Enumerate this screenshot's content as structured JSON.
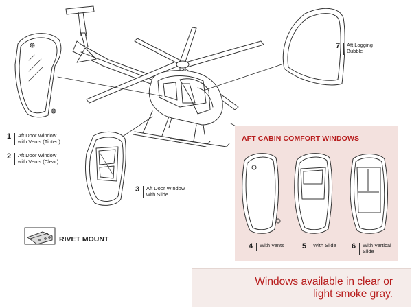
{
  "callouts": [
    {
      "number": "1",
      "lines": [
        "Aft Door Window",
        "with Vents (Tinted)"
      ]
    },
    {
      "number": "2",
      "lines": [
        "Aft Door Window",
        "with Vents (Clear)"
      ]
    },
    {
      "number": "3",
      "lines": [
        "Aft Door Window",
        "with Slide"
      ]
    },
    {
      "number": "7",
      "lines": [
        "Aft Logging",
        "Bubble"
      ]
    },
    {
      "number": "4",
      "lines": [
        "With Vents"
      ]
    },
    {
      "number": "5",
      "lines": [
        "With Slide"
      ]
    },
    {
      "number": "6",
      "lines": [
        "With Vertical",
        "Slide"
      ]
    }
  ],
  "comfort_title": "AFT CABIN COMFORT WINDOWS",
  "rivet_label": "RIVET MOUNT",
  "availability": {
    "line1": "Windows available in clear or",
    "line2": "light smoke gray."
  },
  "colors": {
    "accent": "#b71c1c",
    "panel": "#f3e1de",
    "note_box": "#f5ecea",
    "ink": "#222222"
  }
}
